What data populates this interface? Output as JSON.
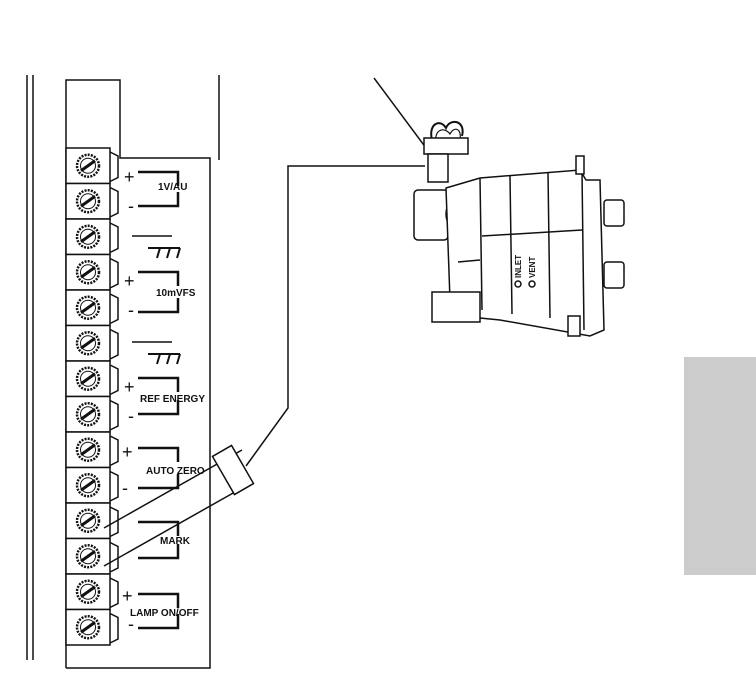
{
  "terminal_labels": {
    "one_v_au": "1V/AU",
    "ten_mvfs": "10mVFS",
    "ref_energy": "REF ENERGY",
    "auto_zero": "AUTO ZERO",
    "mark": "MARK",
    "lamp_on_off": "LAMP ON/OFF"
  },
  "valve": {
    "inlet": "INLET",
    "vent": "VENT"
  },
  "polarity": {
    "plus": "+",
    "minus": "-"
  },
  "colors": {
    "line": "#111111",
    "tab_gray": "#cccccc"
  }
}
